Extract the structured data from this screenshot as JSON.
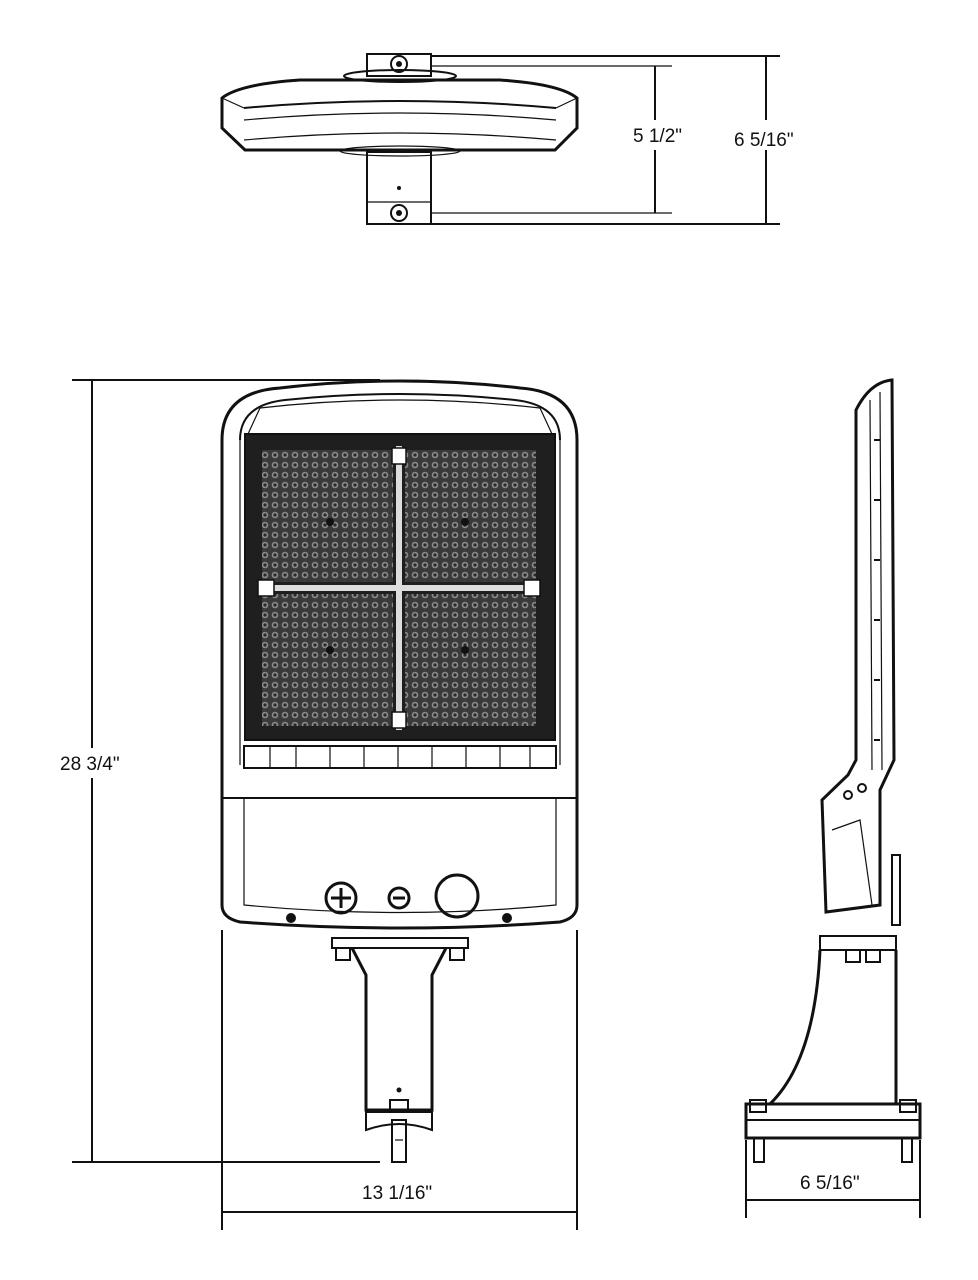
{
  "dimensions": {
    "top_view_inner_height": "5 1/2\"",
    "top_view_outer_height": "6 5/16\"",
    "front_view_height": "28 3/4\"",
    "front_view_width": "13 1/16\"",
    "side_view_base_width": "6 5/16\""
  },
  "colors": {
    "line": "#111111",
    "panel_dark": "#2a2a2a",
    "background": "#ffffff"
  },
  "icons": {
    "plus_symbol": "plus-in-circle",
    "minus_symbol": "minus-in-circle",
    "round_sensor": "circle"
  }
}
